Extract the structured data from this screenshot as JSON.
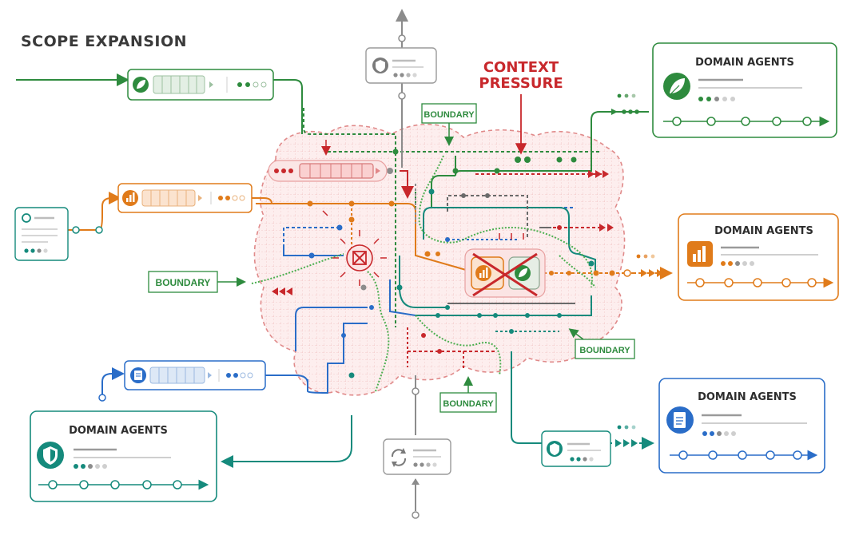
{
  "title": "SCOPE EXPANSION",
  "callout": {
    "line1": "CONTEXT",
    "line2": "PRESSURE"
  },
  "boundary_label": "BOUNDARY",
  "domain_card_title": "DOMAIN AGENTS",
  "colors": {
    "green": "#2e8b3e",
    "orange": "#e07b1a",
    "blue": "#2a6dc8",
    "teal": "#158a7c",
    "red": "#c8282c",
    "gray": "#8c8c8c",
    "cloud_fill": "#fdeeee",
    "cloud_stroke": "#e08a8a"
  },
  "domain_cards": [
    {
      "id": "top-right",
      "color": "green",
      "icon": "leaf-icon"
    },
    {
      "id": "mid-right",
      "color": "orange",
      "icon": "chart-icon"
    },
    {
      "id": "bottom-right",
      "color": "blue",
      "icon": "document-icon"
    },
    {
      "id": "bottom-left",
      "color": "teal",
      "icon": "shield-icon"
    }
  ],
  "queue_nodes": [
    {
      "id": "green-queue",
      "color": "green",
      "icon": "leaf-icon"
    },
    {
      "id": "orange-queue",
      "color": "orange",
      "icon": "chart-icon"
    },
    {
      "id": "blue-queue",
      "color": "blue",
      "icon": "document-icon"
    },
    {
      "id": "red-queue",
      "color": "red",
      "icon": "queue-icon"
    }
  ],
  "small_nodes": [
    {
      "id": "top-gray",
      "color": "gray",
      "icon": "shield-icon"
    },
    {
      "id": "bottom-gray",
      "color": "gray",
      "icon": "refresh-icon"
    },
    {
      "id": "left-input",
      "color": "teal",
      "icon": "circle-icon"
    },
    {
      "id": "bottom-teal",
      "color": "teal",
      "icon": "shield-icon"
    }
  ],
  "conflict_nodes": [
    {
      "id": "center-conflict",
      "icon": "blocked-icon"
    },
    {
      "id": "merge-conflict",
      "icon": "cross-icon"
    }
  ]
}
